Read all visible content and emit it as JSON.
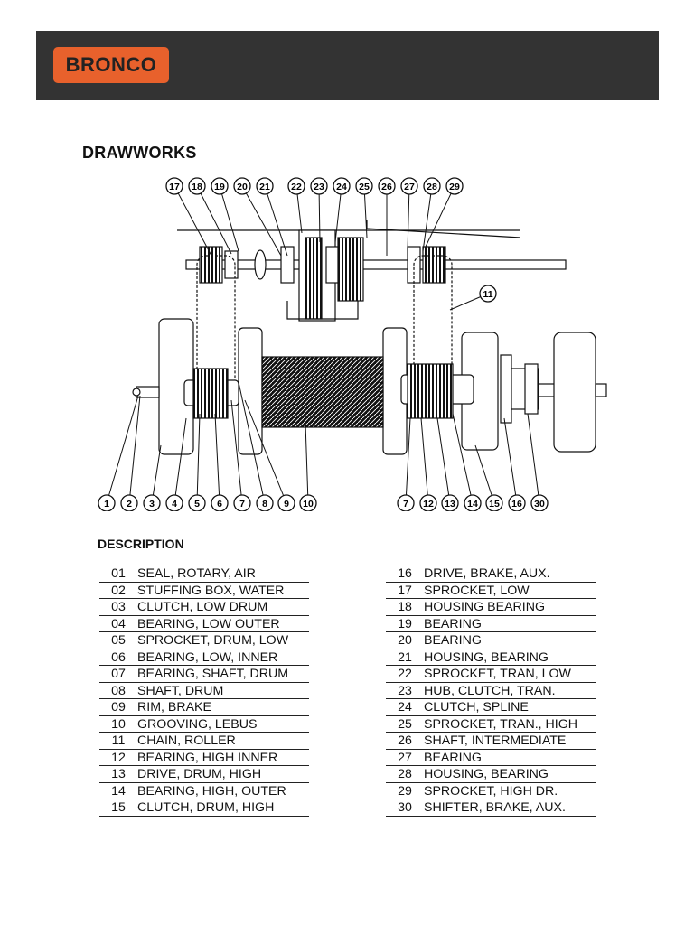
{
  "brand": {
    "name": "BRONCO",
    "color": "#e8612c",
    "header_color": "#333333"
  },
  "page_title": "DRAWWORKS",
  "diagram": {
    "top_callouts": [
      "17",
      "18",
      "19",
      "20",
      "21",
      "22",
      "23",
      "24",
      "25",
      "26",
      "27",
      "28",
      "29"
    ],
    "side_callout": "11",
    "bottom_callouts_left": [
      "1",
      "2",
      "3",
      "4",
      "5",
      "6",
      "7",
      "8",
      "9",
      "10"
    ],
    "bottom_callouts_right": [
      "7",
      "12",
      "13",
      "14",
      "15",
      "16",
      "30"
    ]
  },
  "description": {
    "title": "DESCRIPTION",
    "left": [
      {
        "num": "01",
        "desc": "SEAL, ROTARY, AIR"
      },
      {
        "num": "02",
        "desc": "STUFFING BOX, WATER"
      },
      {
        "num": "03",
        "desc": "CLUTCH, LOW DRUM"
      },
      {
        "num": "04",
        "desc": "BEARING, LOW OUTER"
      },
      {
        "num": "05",
        "desc": "SPROCKET, DRUM, LOW"
      },
      {
        "num": "06",
        "desc": "BEARING, LOW, INNER"
      },
      {
        "num": "07",
        "desc": "BEARING, SHAFT, DRUM"
      },
      {
        "num": "08",
        "desc": "SHAFT, DRUM"
      },
      {
        "num": "09",
        "desc": "RIM, BRAKE"
      },
      {
        "num": "10",
        "desc": "GROOVING, LEBUS"
      },
      {
        "num": "11",
        "desc": "CHAIN, ROLLER"
      },
      {
        "num": "12",
        "desc": "BEARING, HIGH INNER"
      },
      {
        "num": "13",
        "desc": "DRIVE, DRUM, HIGH"
      },
      {
        "num": "14",
        "desc": "BEARING, HIGH, OUTER"
      },
      {
        "num": "15",
        "desc": "CLUTCH, DRUM, HIGH"
      }
    ],
    "right": [
      {
        "num": "16",
        "desc": "DRIVE, BRAKE, AUX."
      },
      {
        "num": "17",
        "desc": "SPROCKET, LOW"
      },
      {
        "num": "18",
        "desc": "HOUSING BEARING"
      },
      {
        "num": "19",
        "desc": "BEARING"
      },
      {
        "num": "20",
        "desc": "BEARING"
      },
      {
        "num": "21",
        "desc": "HOUSING, BEARING"
      },
      {
        "num": "22",
        "desc": "SPROCKET, TRAN, LOW"
      },
      {
        "num": "23",
        "desc": "HUB, CLUTCH, TRAN."
      },
      {
        "num": "24",
        "desc": "CLUTCH, SPLINE"
      },
      {
        "num": "25",
        "desc": "SPROCKET, TRAN., HIGH"
      },
      {
        "num": "26",
        "desc": "SHAFT, INTERMEDIATE"
      },
      {
        "num": "27",
        "desc": "BEARING"
      },
      {
        "num": "28",
        "desc": "HOUSING, BEARING"
      },
      {
        "num": "29",
        "desc": "SPROCKET, HIGH DR."
      },
      {
        "num": "30",
        "desc": "SHIFTER, BRAKE, AUX."
      }
    ]
  }
}
